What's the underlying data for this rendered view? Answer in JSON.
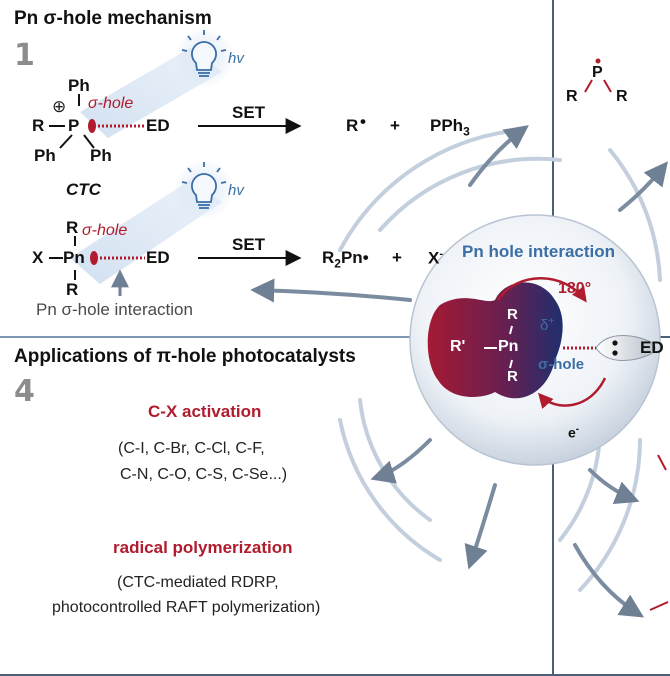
{
  "panel1": {
    "title": "Pn σ-hole mechanism",
    "number": "1",
    "rxn1": {
      "ph_top": "Ph",
      "charge": "⊕",
      "r": "R",
      "p": "P",
      "ph_left": "Ph",
      "ph_right": "Ph",
      "sigma_hole": "σ-hole",
      "ed": "ED",
      "set": "SET",
      "radical": "R",
      "plus": "+",
      "product": "PPh",
      "product_sub": "3",
      "hv": "hv"
    },
    "rxn2": {
      "ctc": "CTC",
      "x": "X",
      "pn": "Pn",
      "r_top": "R",
      "r_bottom": "R",
      "sigma_hole": "σ-hole",
      "ed": "ED",
      "set": "SET",
      "product": "R",
      "product_sub": "2",
      "product_rest": "Pn•",
      "plus": "+",
      "x_minus": "X",
      "hv": "hv"
    },
    "interaction_label": "Pn σ-hole interaction"
  },
  "panel_right": {
    "r_left": "R",
    "p": "P",
    "r_right": "R"
  },
  "center": {
    "title": "Pn hole interaction",
    "angle": "180°",
    "r_prime": "R'",
    "pn": "Pn",
    "r_top": "R",
    "r_bottom": "R",
    "delta": "δ",
    "delta_sup": "+",
    "sigma_hole": "σ-hole",
    "ed": "ED",
    "electron": "e",
    "electron_sup": "-"
  },
  "panel4": {
    "title": "Applications of π-hole photocatalysts",
    "number": "4",
    "cx_title": "C-X activation",
    "cx_line1": "(C-I, C-Br, C-Cl, C-F,",
    "cx_line2": "C-N, C-O, C-S, C-Se...)",
    "poly_title": "radical polymerization",
    "poly_line1": "(CTC-mediated RDRP,",
    "poly_line2": "photocontrolled RAFT polymerization)"
  },
  "colors": {
    "border": "#4a5f7a",
    "red": "#b01c2e",
    "blue": "#3a6ea5",
    "bulb_glow": "#cfe0f2"
  }
}
